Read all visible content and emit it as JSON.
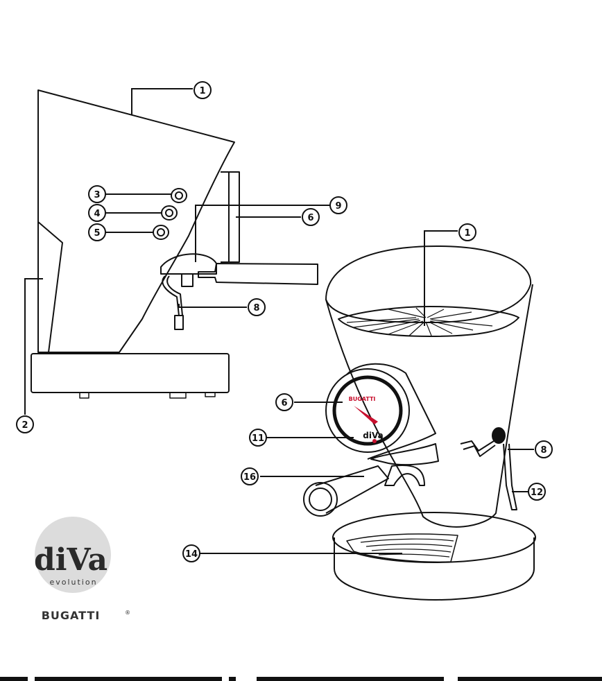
{
  "side_view": {
    "callouts": [
      "1",
      "2",
      "3",
      "4",
      "5",
      "6",
      "8",
      "9"
    ]
  },
  "perspective_view": {
    "callouts": [
      "1",
      "6",
      "8",
      "11",
      "12",
      "14",
      "16"
    ],
    "gauge_brand": "BUGATTI",
    "gauge_model": "diVa"
  },
  "logo": {
    "wordmark": "diVa",
    "subtitle": "evolution",
    "brand": "BUGATTI",
    "registered": "®"
  },
  "colors": {
    "line": "#111111",
    "accent": "#c8102e",
    "logo_circle": "#dcdcdc"
  }
}
